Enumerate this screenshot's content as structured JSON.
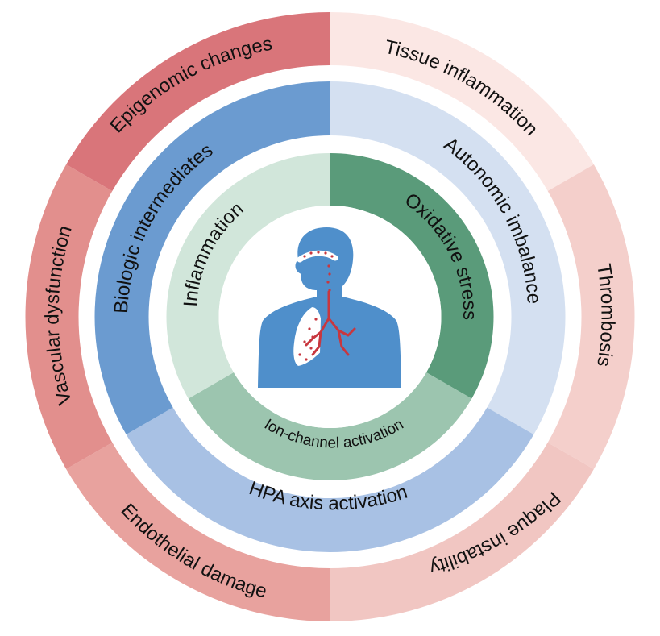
{
  "center_icon": "human-respiratory-system-icon",
  "rings": {
    "outer": {
      "segments": [
        {
          "label": "Tissue inflammation",
          "color": "#fbe7e4"
        },
        {
          "label": "Thrombosis",
          "color": "#f4cfcb"
        },
        {
          "label": "Plaque instability",
          "color": "#f1c6c2"
        },
        {
          "label": "Endothelial damage",
          "color": "#e8a29e"
        },
        {
          "label": "Vascular dysfunction",
          "color": "#e28f8d"
        },
        {
          "label": "Epigenomic changes",
          "color": "#d9757a"
        }
      ]
    },
    "middle": {
      "segments": [
        {
          "label": "Autonomic imbalance",
          "color": "#d4e0f1"
        },
        {
          "label": "HPA axis activation",
          "color": "#a8c1e4"
        },
        {
          "label": "Biologic intermediates",
          "color": "#6b9bd0"
        }
      ]
    },
    "inner": {
      "segments": [
        {
          "label": "Oxidative stress",
          "color": "#5a9b7a"
        },
        {
          "label": "Ion-channel activation",
          "color": "#9cc5af"
        },
        {
          "label": "Inflammation",
          "color": "#d1e6da"
        }
      ]
    }
  },
  "colors": {
    "body_blue": "#4f8fcb",
    "airway_red": "#c8373f",
    "lung_white": "#ffffff"
  }
}
